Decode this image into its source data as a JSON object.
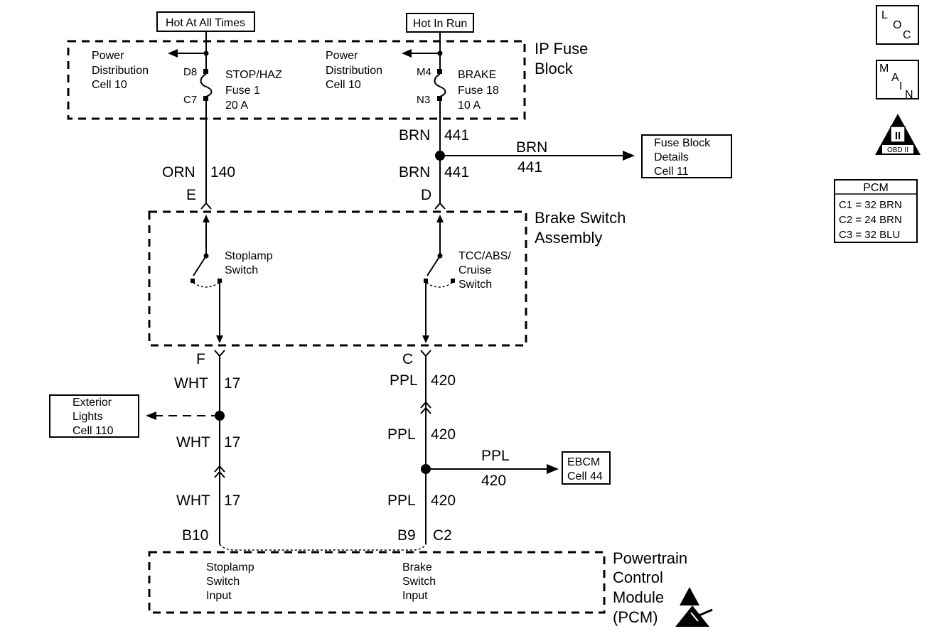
{
  "power_sources": {
    "hot_at_all_times": "Hot At All Times",
    "hot_in_run": "Hot In Run"
  },
  "ip_fuse_block": {
    "title_line1": "IP Fuse",
    "title_line2": "Block",
    "left_power_dist": [
      "Power",
      "Distribution",
      "Cell 10"
    ],
    "right_power_dist": [
      "Power",
      "Distribution",
      "Cell 10"
    ],
    "stop_haz_fuse": [
      "STOP/HAZ",
      "Fuse 1",
      "20 A"
    ],
    "brake_fuse": [
      "BRAKE",
      "Fuse 18",
      "10 A"
    ],
    "pins": {
      "d8": "D8",
      "c7": "C7",
      "m4": "M4",
      "n3": "N3"
    }
  },
  "wires": {
    "orn_color": "ORN",
    "orn_circuit": "140",
    "brn_color": "BRN",
    "brn_circuit": "441",
    "wht_color": "WHT",
    "wht_circuit": "17",
    "ppl_color": "PPL",
    "ppl_circuit": "420"
  },
  "connectors": {
    "e": "E",
    "d": "D",
    "f": "F",
    "c": "C",
    "b10": "B10",
    "b9": "B9",
    "c2": "C2"
  },
  "fuse_block_details": [
    "Fuse Block",
    "Details",
    "Cell 11"
  ],
  "brake_switch_assembly": {
    "title_line1": "Brake Switch",
    "title_line2": "Assembly",
    "stoplamp_switch": [
      "Stoplamp",
      "Switch"
    ],
    "tcc_switch": [
      "TCC/ABS/",
      "Cruise",
      "Switch"
    ]
  },
  "exterior_lights": [
    "Exterior",
    "Lights",
    "Cell 110"
  ],
  "ebcm": [
    "EBCM",
    "Cell 44"
  ],
  "pcm_module": {
    "title": [
      "Powertrain",
      "Control",
      "Module",
      "(PCM)"
    ],
    "stoplamp_input": [
      "Stoplamp",
      "Switch",
      "Input"
    ],
    "brake_input": [
      "Brake",
      "Switch",
      "Input"
    ]
  },
  "side_icons": {
    "loc": [
      "L",
      "O",
      "C"
    ],
    "main": [
      "M",
      "A",
      "I",
      "N"
    ],
    "obd_numeral": "II",
    "obd_label": "OBD II"
  },
  "pcm_table": {
    "header": "PCM",
    "rows": [
      "C1 = 32 BRN",
      "C2 = 24 BRN",
      "C3 = 32 BLU"
    ]
  }
}
